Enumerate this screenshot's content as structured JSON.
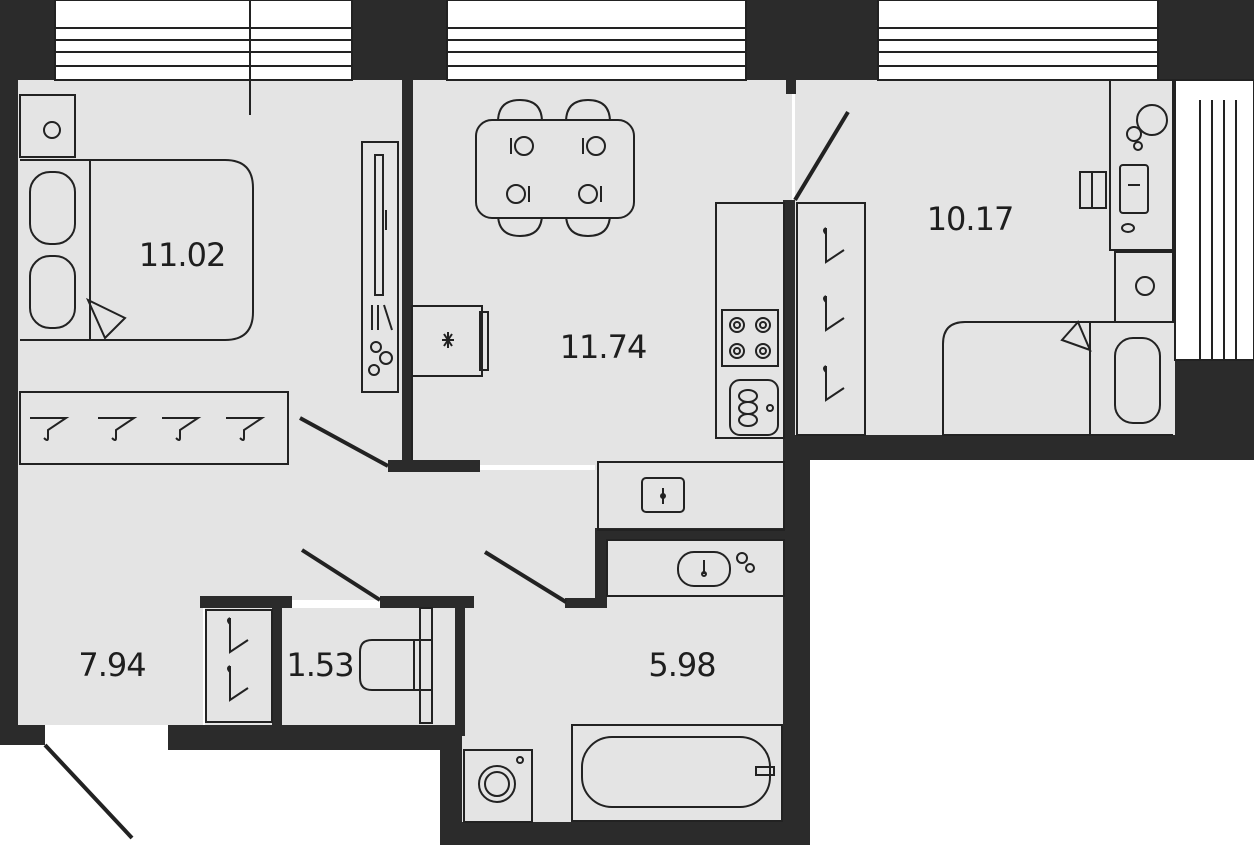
{
  "plan": {
    "rooms": [
      {
        "id": "bedroom-left",
        "area": "11.02"
      },
      {
        "id": "kitchen-living",
        "area": "11.74"
      },
      {
        "id": "bedroom-right",
        "area": "10.17"
      },
      {
        "id": "hallway",
        "area": "7.94"
      },
      {
        "id": "toilet",
        "area": "1.53"
      },
      {
        "id": "bathroom",
        "area": "5.98"
      }
    ]
  },
  "colors": {
    "wall": "#2b2b2b",
    "floor": "#e4e4e4",
    "line": "#222222",
    "background": "#ffffff"
  }
}
